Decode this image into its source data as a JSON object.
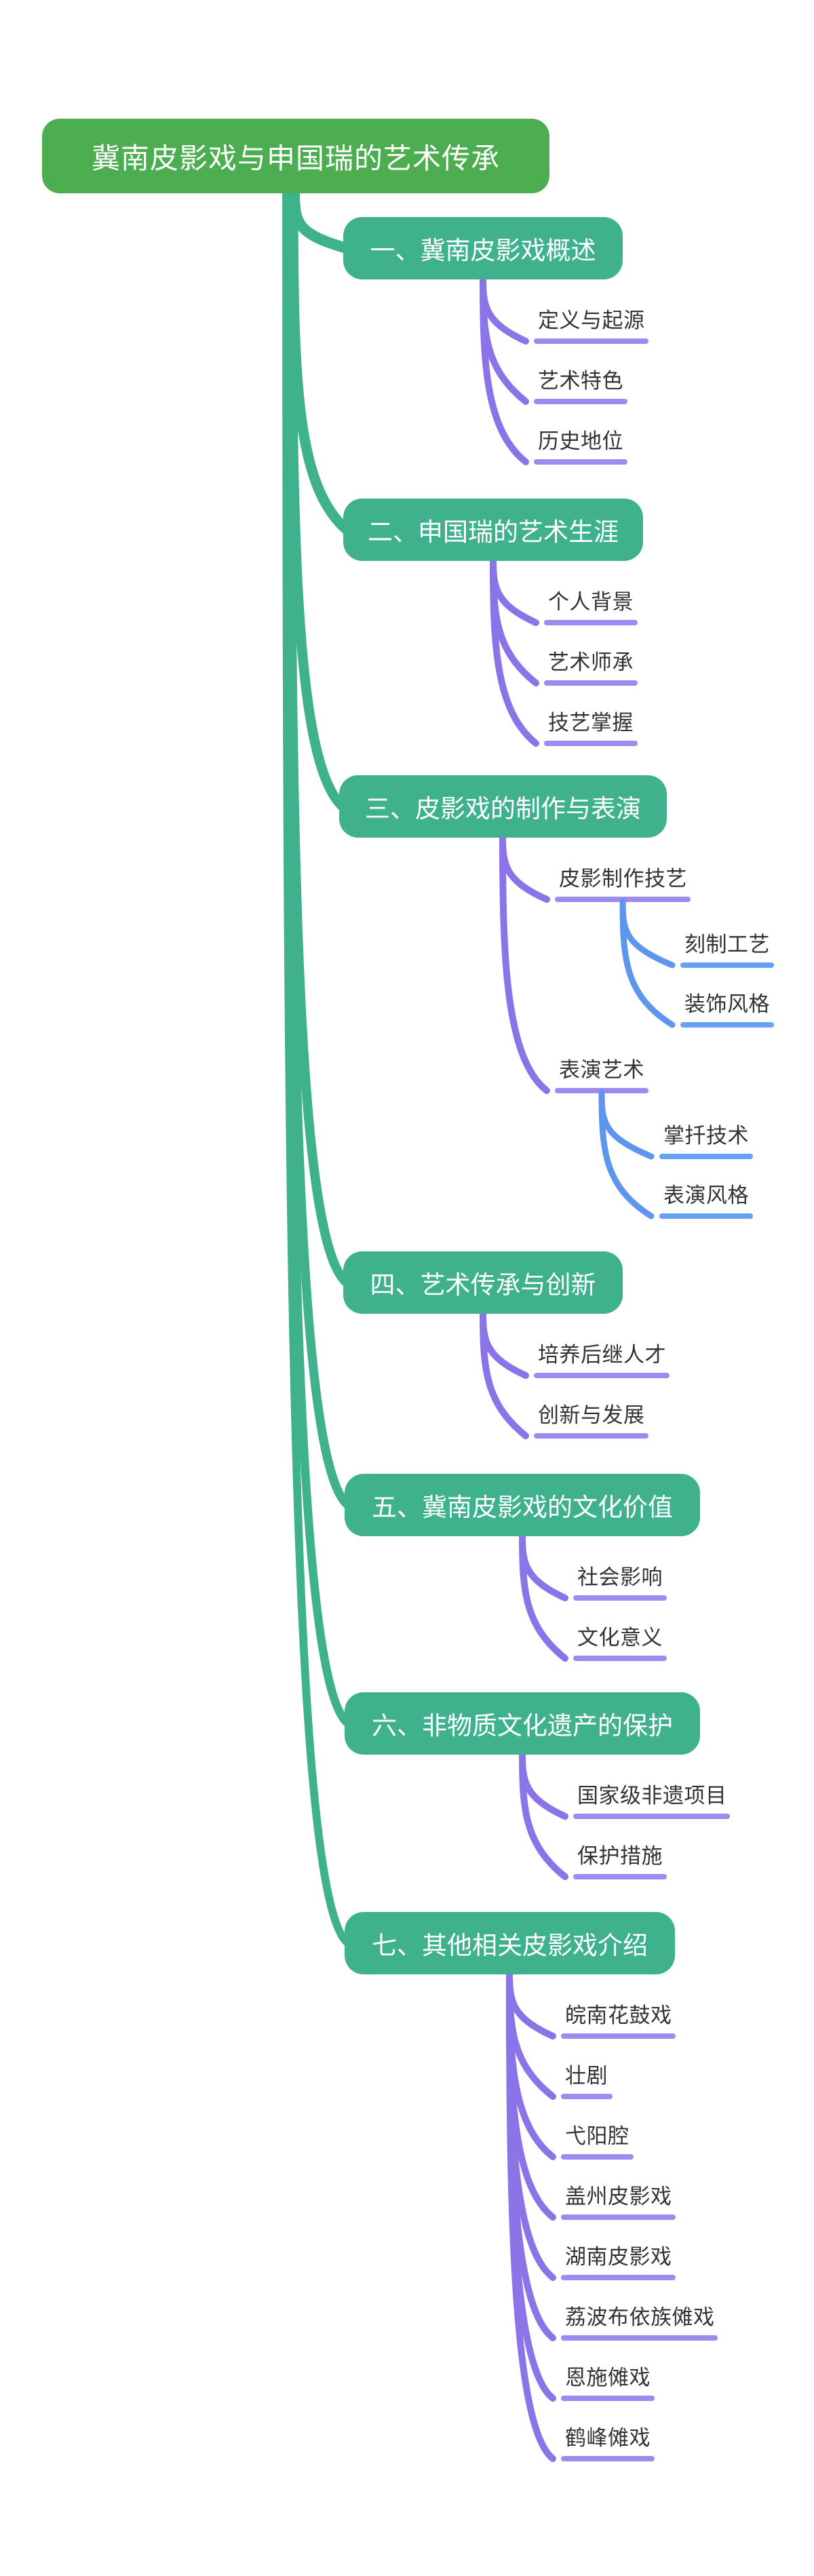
{
  "colors": {
    "background": "#ffffff",
    "root_green": "#4CAD51",
    "branch_teal": "#3FB28D",
    "level2_curve_purple": "#8A74E8",
    "level2_underline_purple": "#9C8CF0",
    "level3_curve_blue": "#5E96EF",
    "level3_underline_blue": "#66A1F4",
    "item_text": "#333333",
    "node_text": "#ffffff"
  },
  "mindmap": {
    "root": {
      "label": "冀南皮影戏与申国瑞的艺术传承"
    },
    "branches": [
      {
        "label": "一、冀南皮影戏概述",
        "children": [
          {
            "label": "定义与起源"
          },
          {
            "label": "艺术特色"
          },
          {
            "label": "历史地位"
          }
        ]
      },
      {
        "label": "二、申国瑞的艺术生涯",
        "children": [
          {
            "label": "个人背景"
          },
          {
            "label": "艺术师承"
          },
          {
            "label": "技艺掌握"
          }
        ]
      },
      {
        "label": "三、皮影戏的制作与表演",
        "children": [
          {
            "label": "皮影制作技艺",
            "children": [
              {
                "label": "刻制工艺"
              },
              {
                "label": "装饰风格"
              }
            ]
          },
          {
            "label": "表演艺术",
            "children": [
              {
                "label": "掌扦技术"
              },
              {
                "label": "表演风格"
              }
            ]
          }
        ]
      },
      {
        "label": "四、艺术传承与创新",
        "children": [
          {
            "label": "培养后继人才"
          },
          {
            "label": "创新与发展"
          }
        ]
      },
      {
        "label": "五、冀南皮影戏的文化价值",
        "children": [
          {
            "label": "社会影响"
          },
          {
            "label": "文化意义"
          }
        ]
      },
      {
        "label": "六、非物质文化遗产的保护",
        "children": [
          {
            "label": "国家级非遗项目"
          },
          {
            "label": "保护措施"
          }
        ]
      },
      {
        "label": "七、其他相关皮影戏介绍",
        "children": [
          {
            "label": "皖南花鼓戏"
          },
          {
            "label": "壮剧"
          },
          {
            "label": "弋阳腔"
          },
          {
            "label": "盖州皮影戏"
          },
          {
            "label": "湖南皮影戏"
          },
          {
            "label": "荔波布依族傩戏"
          },
          {
            "label": "恩施傩戏"
          },
          {
            "label": "鹤峰傩戏"
          }
        ]
      }
    ]
  }
}
